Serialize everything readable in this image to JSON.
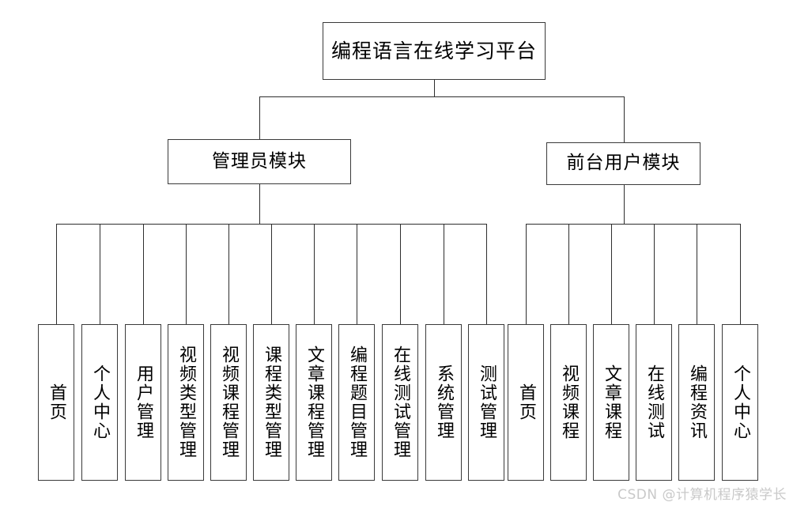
{
  "diagram": {
    "root": {
      "label": "编程语言在线学习平台"
    },
    "level2": [
      {
        "id": "admin",
        "label": "管理员模块"
      },
      {
        "id": "user",
        "label": "前台用户模块"
      }
    ],
    "groups": [
      {
        "id": "admin",
        "parent_label": "管理员模块",
        "leaves": [
          {
            "label": "首页"
          },
          {
            "label": "个人中心"
          },
          {
            "label": "用户管理"
          },
          {
            "label": "视频类型管理"
          },
          {
            "label": "视频课程管理"
          },
          {
            "label": "课程类型管理"
          },
          {
            "label": "文章课程管理"
          },
          {
            "label": "编程题目管理"
          },
          {
            "label": "在线测试管理"
          },
          {
            "label": "系统管理"
          },
          {
            "label": "测试管理"
          }
        ]
      },
      {
        "id": "user",
        "parent_label": "前台用户模块",
        "leaves": [
          {
            "label": "首页"
          },
          {
            "label": "视频课程"
          },
          {
            "label": "文章课程"
          },
          {
            "label": "在线测试"
          },
          {
            "label": "编程资讯"
          },
          {
            "label": "个人中心"
          }
        ]
      }
    ]
  },
  "watermark": {
    "text": "CSDN @计算机程序猿学长"
  },
  "colors": {
    "line": "#2e2e2e",
    "box_border": "#3a3a3a",
    "background": "#ffffff",
    "text": "#000000",
    "watermark": "#c9c9c9"
  }
}
